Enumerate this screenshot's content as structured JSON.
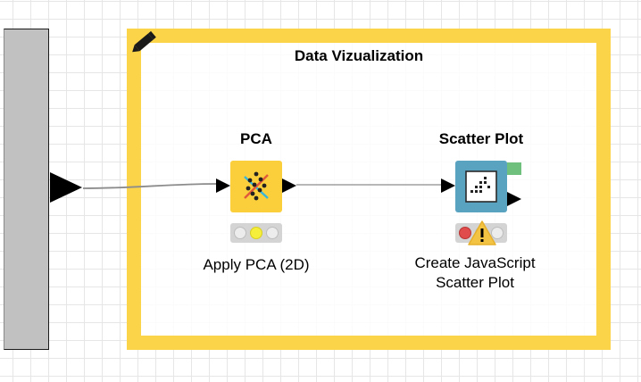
{
  "workflow": {
    "annotation": {
      "title": "Data Vizualization",
      "color": "#fcd44a",
      "edit_icon": "pencil-icon"
    },
    "nodes": [
      {
        "id": "pca",
        "title": "PCA",
        "description": "Apply PCA (2D)",
        "color": "#fbcf3b",
        "icon": "pca-icon",
        "status": "configured",
        "status_light": "yellow"
      },
      {
        "id": "scatter",
        "title": "Scatter Plot",
        "description_line1": "Create JavaScript",
        "description_line2": "Scatter Plot",
        "color": "#5aa3c0",
        "icon": "scatter-plot-icon",
        "status": "not configured",
        "status_light": "red",
        "warning_icon": "warning-icon"
      }
    ],
    "status_colors": {
      "red": "#e04b4b",
      "yellow": "#f5ee3a",
      "off": "#ececec"
    }
  }
}
